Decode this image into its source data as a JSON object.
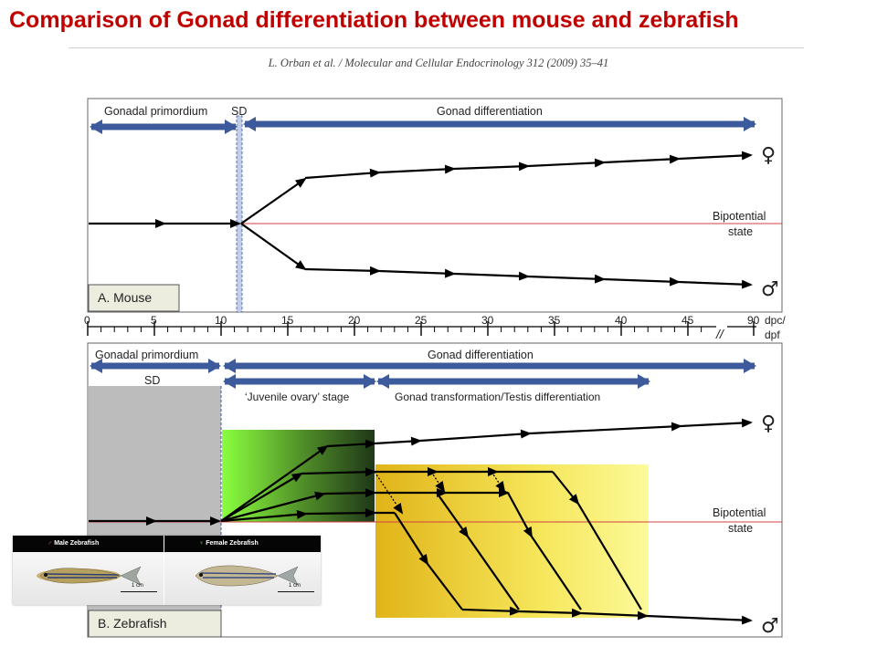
{
  "slide": {
    "title": "Comparison of Gonad differentiation between mouse and zebrafish",
    "citation": "L. Orban et al. / Molecular and Cellular Endocrinology 312 (2009) 35–41"
  },
  "mouse": {
    "panel_label": "A. Mouse",
    "phases": {
      "primordium": "Gonadal primordium",
      "sd": "SD",
      "differentiation": "Gonad differentiation"
    },
    "bipotential_line1": "Bipotential",
    "bipotential_line2": "state"
  },
  "axis": {
    "ticks": [
      "0",
      "5",
      "10",
      "15",
      "20",
      "25",
      "30",
      "35",
      "40",
      "45",
      "90"
    ],
    "unit_line1": "dpc/",
    "unit_line2": "dpf",
    "break_mark": "//"
  },
  "zebrafish": {
    "panel_label": "B. Zebrafish",
    "phases": {
      "primordium": "Gonadal primordium",
      "sd": "SD",
      "differentiation": "Gonad differentiation",
      "juvenile": "‘Juvenile ovary’ stage",
      "transformation": "Gonad transformation/Testis differentiation"
    },
    "bipotential_line1": "Bipotential",
    "bipotential_line2": "state"
  },
  "symbols": {
    "female": "♀",
    "male": "♂"
  },
  "fish_photos": {
    "male_title": "Male Zebrafish",
    "female_title": "Female Zebrafish",
    "male_scale": "1 cm",
    "female_scale": "1 cm"
  },
  "colors": {
    "title": "#c00000",
    "band_arrow": "#3c5a9c",
    "bipotential_line": "#d04040",
    "sd_box": "#bcbcbc",
    "juvenile_green": "#7de040",
    "transform_yellow": "#f4e040"
  }
}
